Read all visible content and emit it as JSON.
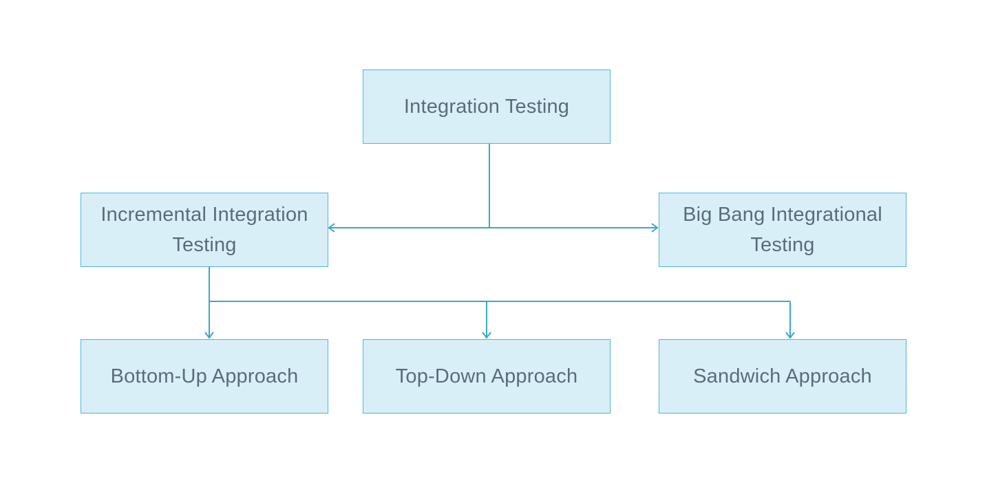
{
  "diagram": {
    "nodes": [
      {
        "id": "root",
        "label": "Integration Testing"
      },
      {
        "id": "incremental",
        "label": "Incremental Integration Testing"
      },
      {
        "id": "bigbang",
        "label": "Big Bang Integrational Testing"
      },
      {
        "id": "bottomup",
        "label": "Bottom-Up Approach"
      },
      {
        "id": "topdown",
        "label": "Top-Down Approach"
      },
      {
        "id": "sandwich",
        "label": "Sandwich Approach"
      }
    ],
    "edges": [
      {
        "from": "root",
        "to": "incremental"
      },
      {
        "from": "root",
        "to": "bigbang"
      },
      {
        "from": "incremental",
        "to": "bottomup"
      },
      {
        "from": "incremental",
        "to": "topdown"
      },
      {
        "from": "incremental",
        "to": "sandwich"
      }
    ]
  },
  "colors": {
    "node_fill": "#d9eff8",
    "node_border": "#4db6d6",
    "connector": "#38a9c9",
    "text": "#5b6b7a",
    "background": "#ffffff"
  }
}
